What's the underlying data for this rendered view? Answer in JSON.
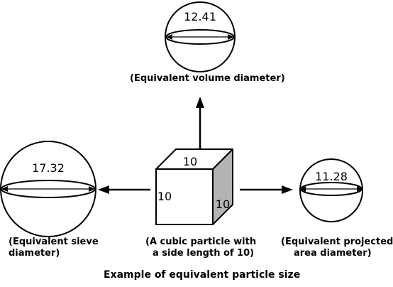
{
  "center": {
    "face_value_top": "10",
    "face_value_front": "10",
    "face_value_side": "10",
    "caption_line1": "(A cubic particle with",
    "caption_line2": "a side length of 10)"
  },
  "top": {
    "value": "12.41",
    "caption": "(Equivalent volume diameter)"
  },
  "left": {
    "value": "17.32",
    "caption_line1": "(Equivalent sieve",
    "caption_line2": "diameter)"
  },
  "right": {
    "value": "11.28",
    "caption_line1": "(Equivalent projected",
    "caption_line2": "area diameter)"
  },
  "title": "Example of equivalent particle size",
  "colors": {
    "ink": "#000000",
    "cube_side": "#b3b3b3",
    "background": "#ffffff"
  }
}
